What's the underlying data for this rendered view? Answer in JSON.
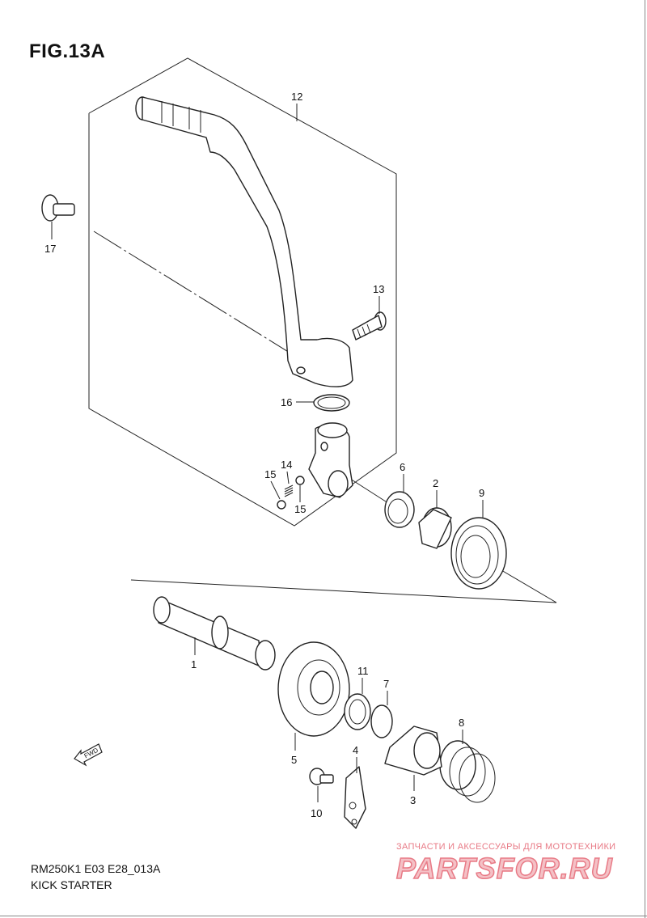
{
  "figure": {
    "title": "FIG.13A",
    "model_code": "RM250K1 E03 E28_013A",
    "section_name": "KICK STARTER"
  },
  "parts": [
    {
      "number": "12",
      "name": "kick-starter-lever"
    },
    {
      "number": "17",
      "name": "lever-bolt"
    },
    {
      "number": "13",
      "name": "pivot-bolt"
    },
    {
      "number": "16",
      "name": "o-ring"
    },
    {
      "number": "14",
      "name": "spring"
    },
    {
      "number": "15",
      "name": "ball"
    },
    {
      "number": "15",
      "name": "ball"
    },
    {
      "number": "6",
      "name": "oil-seal"
    },
    {
      "number": "2",
      "name": "spacer"
    },
    {
      "number": "9",
      "name": "return-spring"
    },
    {
      "number": "1",
      "name": "kick-shaft"
    },
    {
      "number": "5",
      "name": "kick-gear"
    },
    {
      "number": "11",
      "name": "washer"
    },
    {
      "number": "7",
      "name": "circlip"
    },
    {
      "number": "8",
      "name": "spring"
    },
    {
      "number": "4",
      "name": "guide-plate"
    },
    {
      "number": "3",
      "name": "ratchet"
    },
    {
      "number": "10",
      "name": "bolt"
    }
  ],
  "fwd_arrow": {
    "label": "FWD",
    "icon": "fwd-arrow-icon"
  },
  "watermark": {
    "tagline": "ЗАПЧАСТИ И АКСЕССУАРЫ ДЛЯ МОТОТЕХНИКИ",
    "logo_text": "PARTSFOR.RU",
    "color": "#e87a86"
  }
}
